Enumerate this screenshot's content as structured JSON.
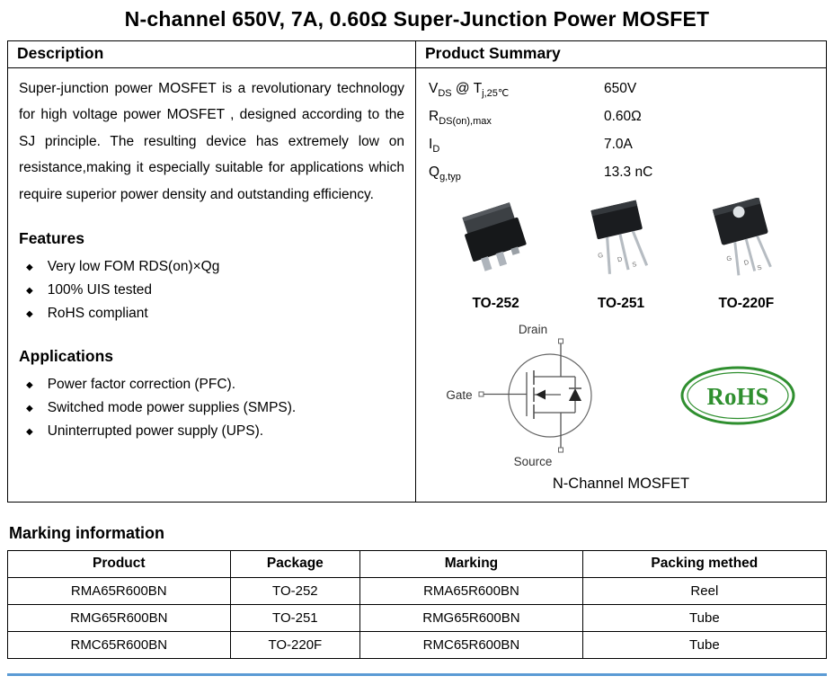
{
  "page": {
    "title": "N-channel 650V, 7A, 0.60Ω Super-Junction Power MOSFET"
  },
  "description": {
    "heading": "Description",
    "body": "Super-junction power MOSFET is a revolutionary technology for high voltage power MOSFET , designed according to the SJ principle. The resulting device has extremely low on resistance,making it especially suitable for applications which require superior power density and outstanding efficiency."
  },
  "features": {
    "heading": "Features",
    "items": [
      "Very low FOM RDS(on)×Qg",
      "100% UIS tested",
      "RoHS compliant"
    ]
  },
  "applications": {
    "heading": "Applications",
    "items": [
      "Power factor correction (PFC).",
      "Switched mode power supplies (SMPS).",
      "Uninterrupted power supply (UPS)."
    ]
  },
  "summary": {
    "heading": "Product Summary",
    "rows": [
      {
        "sym": "V",
        "sub": "DS",
        "mid": " @ T",
        "sub2": "j,25℃",
        "value": "650V"
      },
      {
        "sym": "R",
        "sub": "DS(on),max",
        "mid": "",
        "sub2": "",
        "value": "0.60Ω"
      },
      {
        "sym": "I",
        "sub": "D",
        "mid": "",
        "sub2": "",
        "value": "7.0A"
      },
      {
        "sym": "Q",
        "sub": "g,typ",
        "mid": "",
        "sub2": "",
        "value": "13.3 nC"
      }
    ]
  },
  "packages": {
    "labels": [
      "TO-252",
      "TO-251",
      "TO-220F"
    ],
    "pins": [
      "G",
      "D",
      "S"
    ]
  },
  "symbol": {
    "drain": "Drain",
    "gate": "Gate",
    "source": "Source",
    "caption": "N-Channel MOSFET",
    "rohs": "RoHS"
  },
  "marking": {
    "heading": "Marking information",
    "columns": [
      "Product",
      "Package",
      "Marking",
      "Packing methed"
    ],
    "rows": [
      [
        "RMA65R600BN",
        "TO-252",
        "RMA65R600BN",
        "Reel"
      ],
      [
        "RMG65R600BN",
        "TO-251",
        "RMG65R600BN",
        "Tube"
      ],
      [
        "RMC65R600BN",
        "TO-220F",
        "RMC65R600BN",
        "Tube"
      ]
    ]
  },
  "colors": {
    "rohs_green": "#2f8f2f",
    "footer_rule": "#5b9bd5",
    "border": "#000000"
  }
}
